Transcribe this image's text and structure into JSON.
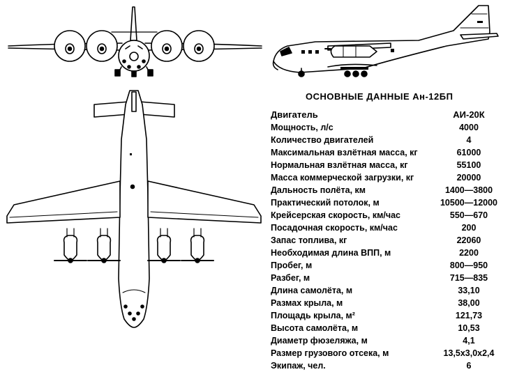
{
  "title": "ОСНОВНЫЕ ДАННЫЕ Ан-12БП",
  "specs": [
    {
      "label": "Двигатель",
      "value": "АИ-20К"
    },
    {
      "label": "Мощность, л/с",
      "value": "4000"
    },
    {
      "label": "Количество двигателей",
      "value": "4"
    },
    {
      "label": "Максимальная взлётная масса, кг",
      "value": "61000"
    },
    {
      "label": "Нормальная взлётная масса, кг",
      "value": "55100"
    },
    {
      "label": "Масса коммерческой загрузки, кг",
      "value": "20000"
    },
    {
      "label": "Дальность полёта, км",
      "value": "1400—3800"
    },
    {
      "label": "Практический потолок, м",
      "value": "10500—12000"
    },
    {
      "label": "Крейсерская скорость, км/час",
      "value": "550—670"
    },
    {
      "label": "Посадочная скорость, км/час",
      "value": "200"
    },
    {
      "label": "Запас топлива, кг",
      "value": "22060"
    },
    {
      "label": "Необходимая длина ВПП, м",
      "value": "2200"
    },
    {
      "label": "Пробег, м",
      "value": "800—950"
    },
    {
      "label": "Разбег, м",
      "value": "715—835"
    },
    {
      "label": "Длина самолёта, м",
      "value": "33,10"
    },
    {
      "label": "Размах крыла, м",
      "value": "38,00"
    },
    {
      "label": "Площадь крыла, м²",
      "value": "121,73"
    },
    {
      "label": "Высота самолёта, м",
      "value": "10,53"
    },
    {
      "label": "Диаметр фюзеляжа, м",
      "value": "4,1"
    },
    {
      "label": "Размер грузового отсека, м",
      "value": "13,5х3,0х2,4"
    },
    {
      "label": "Экипаж, чел.",
      "value": "6"
    }
  ]
}
